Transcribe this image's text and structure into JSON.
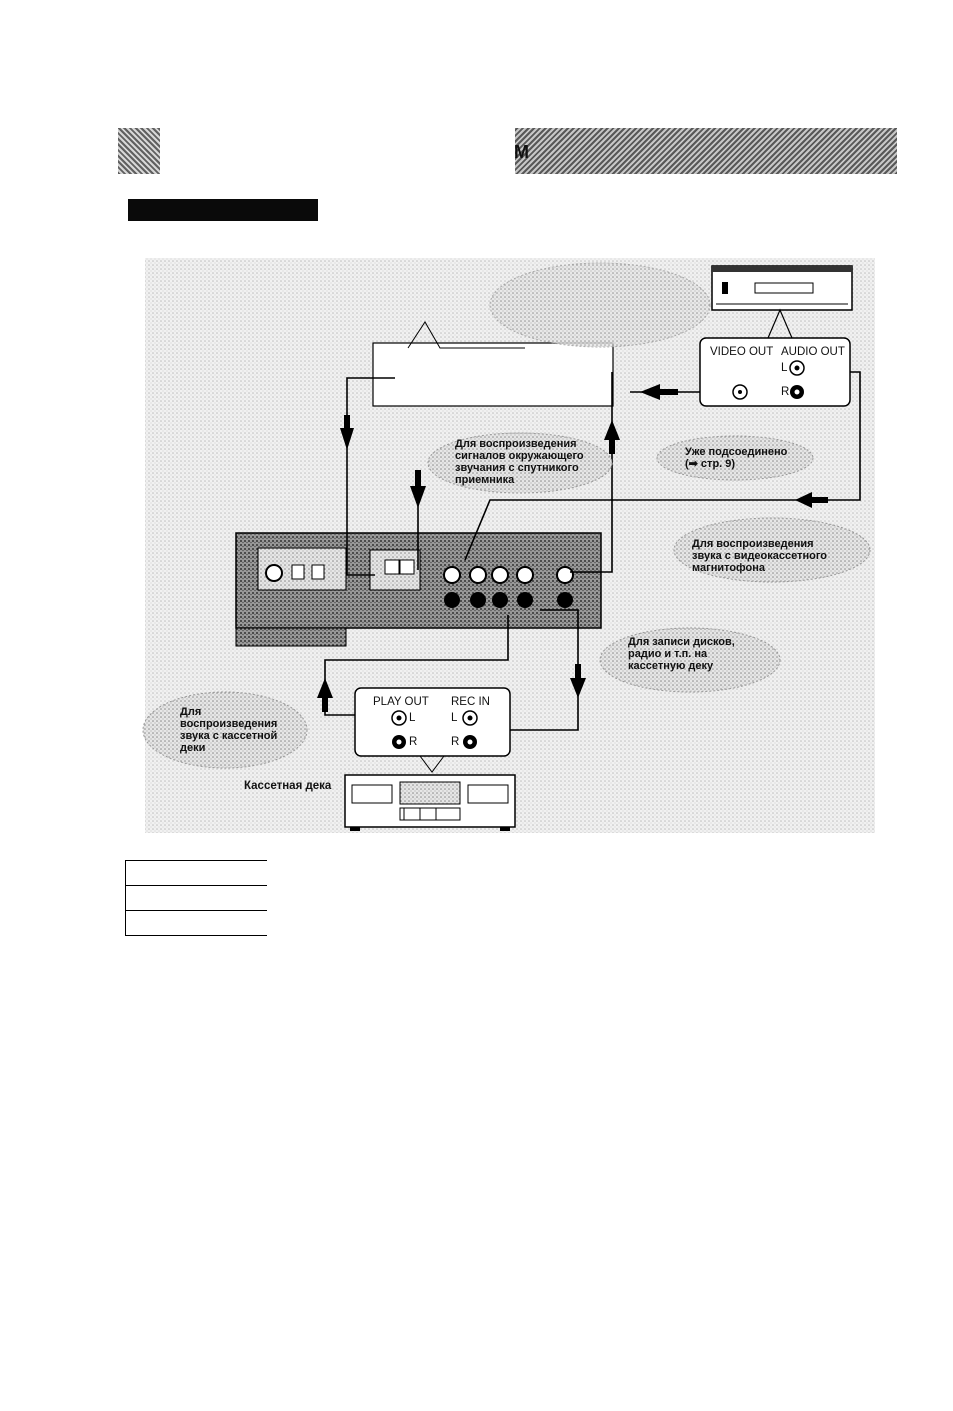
{
  "header": {
    "letter": "M"
  },
  "vcr_panel": {
    "video_out": "VIDEO OUT",
    "audio_out": "AUDIO OUT",
    "L": "L",
    "R": "R"
  },
  "deck_panel": {
    "play_out": "PLAY OUT",
    "rec_in": "REC IN",
    "L": "L",
    "R": "R"
  },
  "bubbles": {
    "satellite": [
      "Для воспроизведения",
      "сигналов окружающего",
      "звучания с спутникого",
      "приемника"
    ],
    "connected": [
      "Уже подсоединено",
      "(➡ стр. 9)"
    ],
    "vcr_play": [
      "Для воспроизведения",
      "звука с видеокассетного",
      "магнитофона"
    ],
    "record": [
      "Для записи дисков,",
      "радио и т.п. на",
      "кассетную деку"
    ],
    "deck_play": [
      "Для",
      "воспроизведения",
      "звука с кассетной",
      "деки"
    ]
  },
  "deck_label": "Кассетная дека",
  "legend_rows": 3
}
